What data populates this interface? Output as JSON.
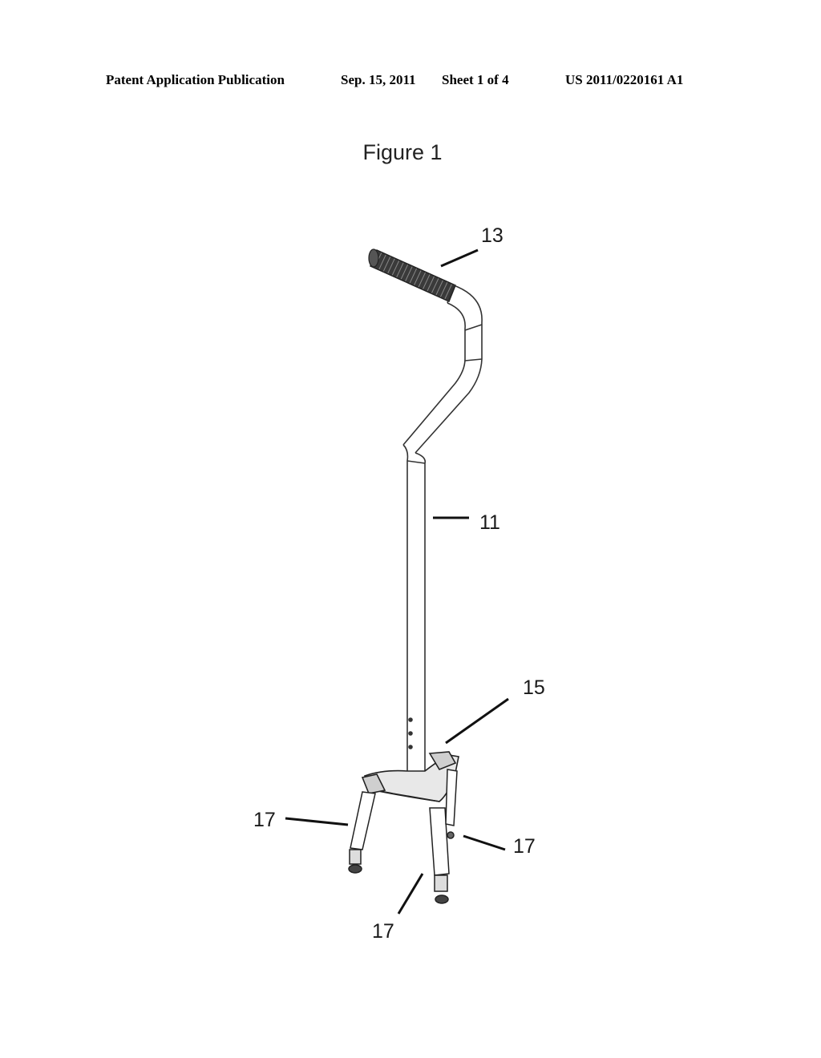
{
  "header": {
    "publication": "Patent Application Publication",
    "date": "Sep. 15, 2011",
    "sheet": "Sheet 1 of 4",
    "number": "US 2011/0220161 A1"
  },
  "figure": {
    "title": "Figure 1",
    "labels": {
      "handle": "13",
      "shaft": "11",
      "base": "15",
      "leg_left": "17",
      "leg_right": "17",
      "leg_front": "17"
    }
  }
}
